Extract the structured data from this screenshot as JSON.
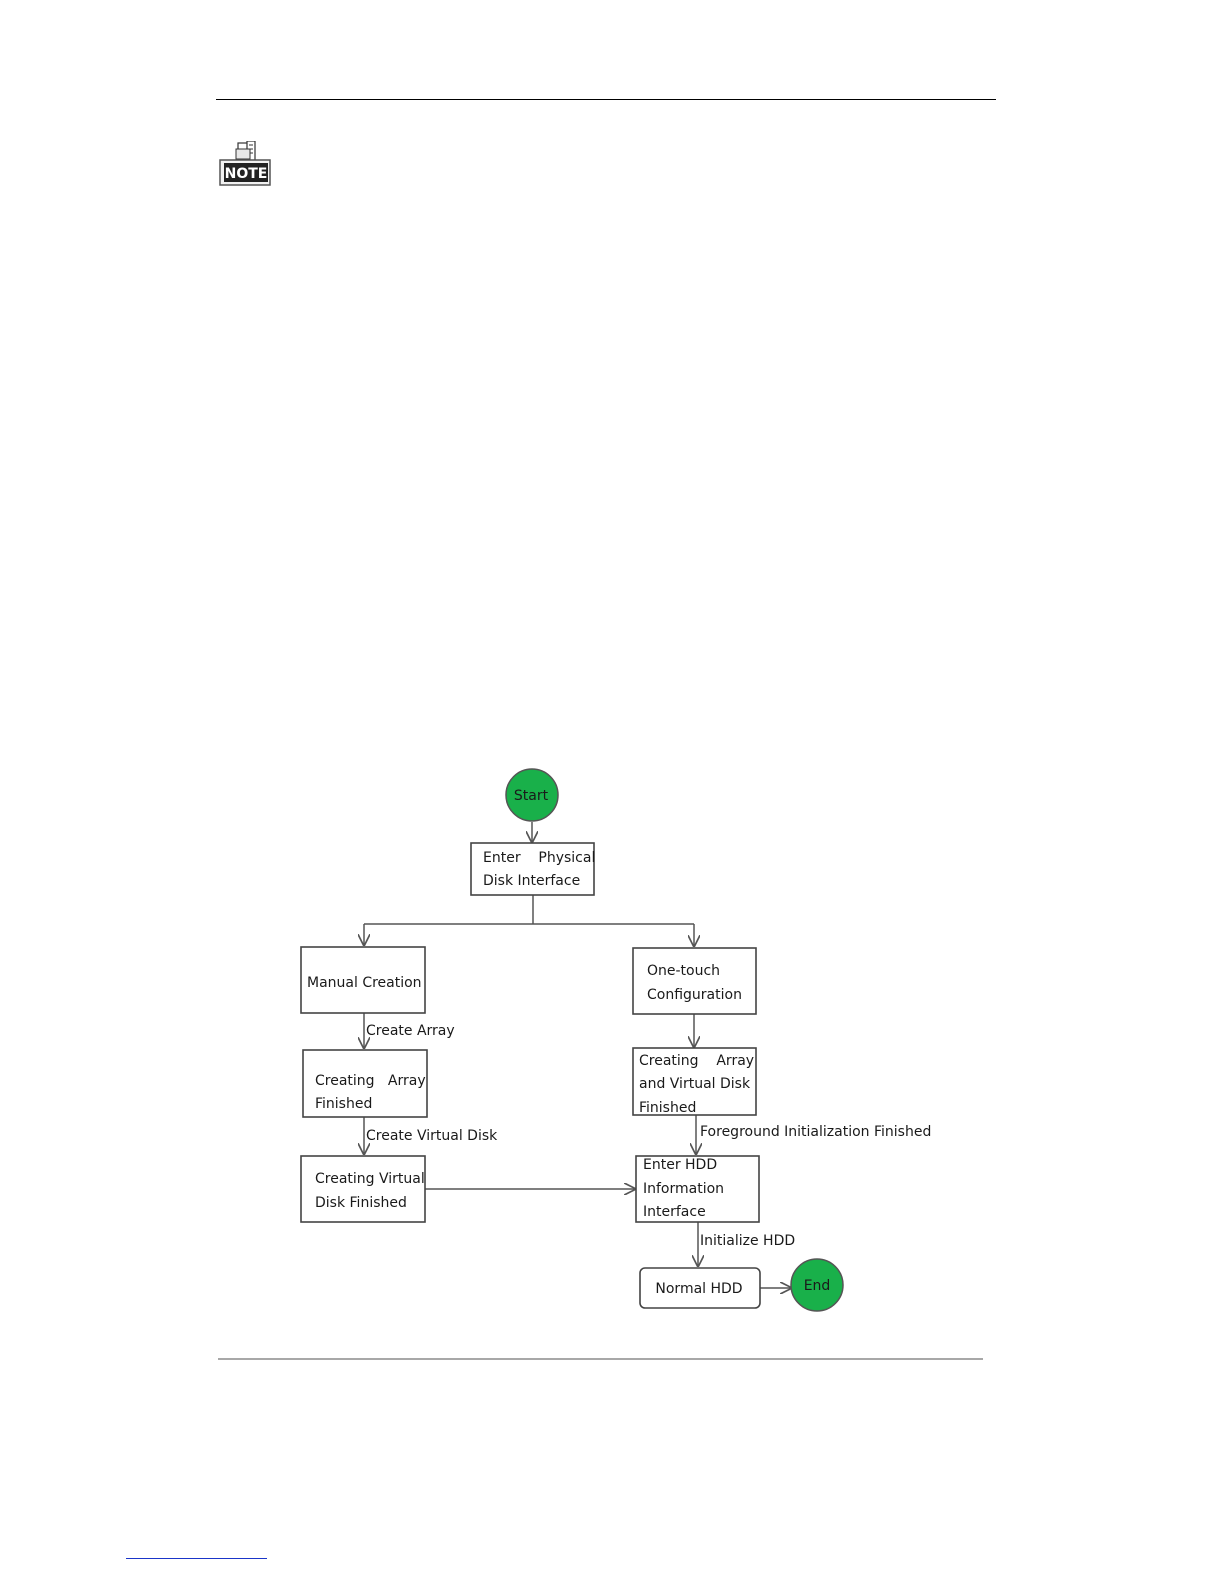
{
  "note": {
    "label": "NOTE"
  },
  "diagram": {
    "terminals": {
      "start": "Start",
      "end": "End"
    },
    "nodes": {
      "enter_physical": [
        "Enter    Physical",
        "Disk Interface"
      ],
      "manual_creation": [
        "Manual Creation"
      ],
      "one_touch": [
        "One-touch",
        "Configuration"
      ],
      "creating_array_finished": [
        "Creating   Array",
        "Finished"
      ],
      "creating_array_vd": [
        "Creating    Array",
        "and Virtual Disk",
        "Finished"
      ],
      "creating_vd_finished": [
        "Creating Virtual",
        "Disk Finished"
      ],
      "enter_hdd_info": [
        "Enter HDD",
        "Information",
        "Interface"
      ],
      "normal_hdd": [
        "Normal HDD"
      ]
    },
    "edge_labels": {
      "create_array": "Create Array",
      "create_virtual_disk": "Create Virtual Disk",
      "foreground_init": "Foreground Initialization Finished",
      "initialize_hdd": "Initialize HDD"
    },
    "colors": {
      "terminal_fill": "#19b04a",
      "terminal_stroke": "#555555",
      "line": "#555555"
    }
  }
}
